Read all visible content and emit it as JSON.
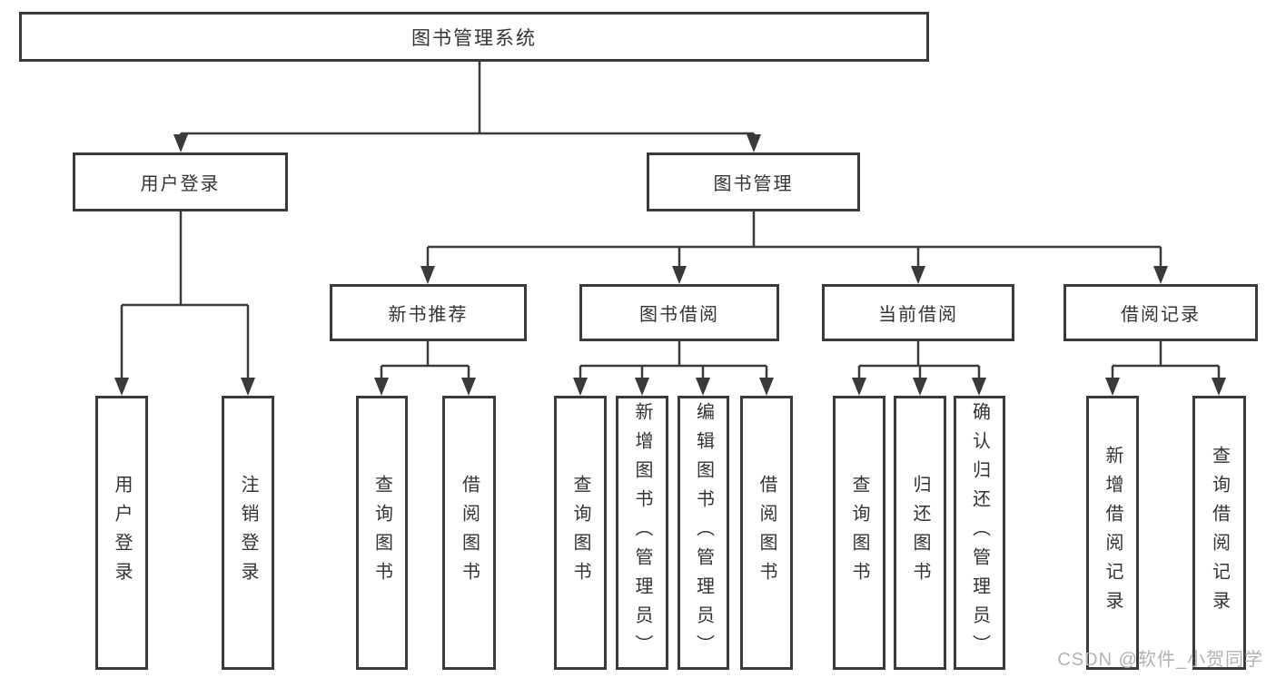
{
  "tree": {
    "root": {
      "label": "图书管理系统"
    },
    "branches": [
      {
        "label": "用户登录",
        "children": [
          {
            "label": "用户登录"
          },
          {
            "label": "注销登录"
          }
        ]
      },
      {
        "label": "图书管理",
        "children": [
          {
            "label": "新书推荐",
            "children": [
              {
                "label": "查询图书"
              },
              {
                "label": "借阅图书"
              }
            ]
          },
          {
            "label": "图书借阅",
            "children": [
              {
                "label": "查询图书"
              },
              {
                "label": "新增图书（管理员）"
              },
              {
                "label": "编辑图书（管理员）"
              },
              {
                "label": "借阅图书"
              }
            ]
          },
          {
            "label": "当前借阅",
            "children": [
              {
                "label": "查询图书"
              },
              {
                "label": "归还图书"
              },
              {
                "label": "确认归还（管理员）"
              }
            ]
          },
          {
            "label": "借阅记录",
            "children": [
              {
                "label": "新增借阅记录"
              },
              {
                "label": "查询借阅记录"
              }
            ]
          }
        ]
      }
    ]
  },
  "watermark": "CSDN @软件_小贺同学",
  "colors": {
    "line": "#3a3a3a",
    "box_background": "#ffffff",
    "text": "#333333",
    "watermark": "#b3b3b3"
  }
}
